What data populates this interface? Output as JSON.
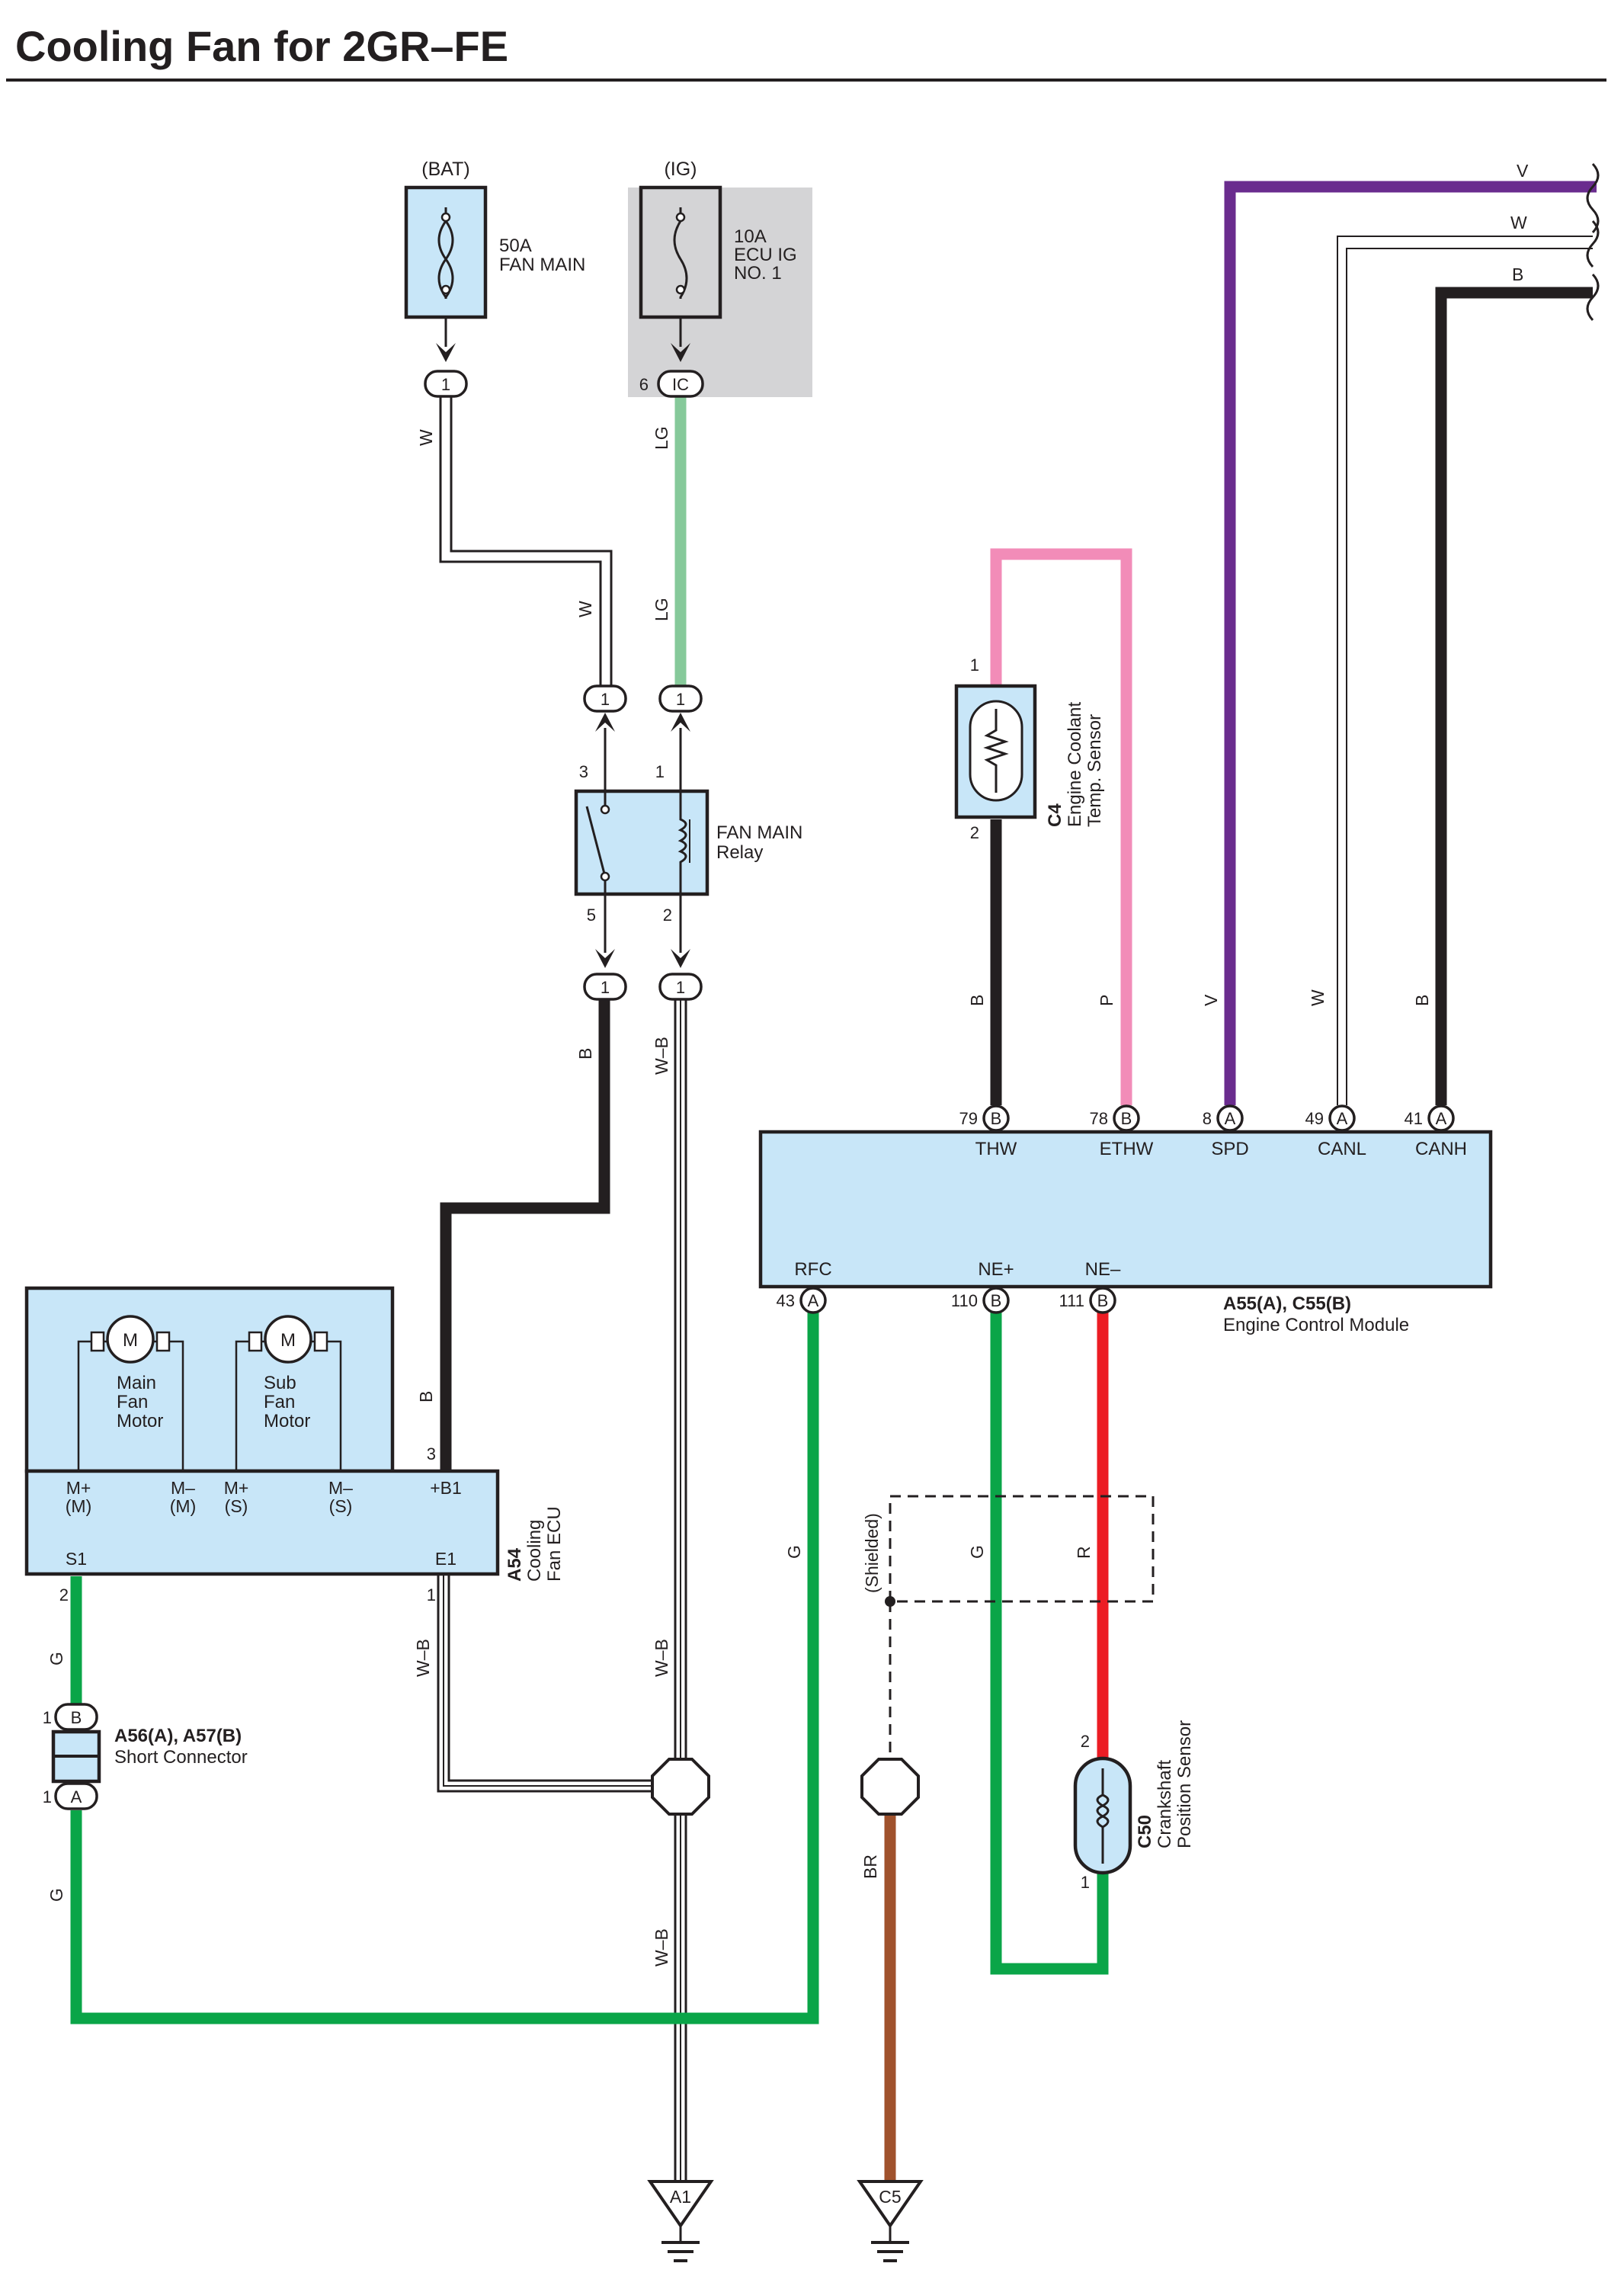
{
  "title": "Cooling Fan for 2GR–FE",
  "colors": {
    "W": "#ffffff",
    "LG": "#86c99a",
    "B": "#231f20",
    "V": "#6a2c8e",
    "P": "#f28cb8",
    "G": "#0aa548",
    "R": "#ec1c24",
    "BR": "#a0522d",
    "box_fill": "#c8e6f8",
    "ig_shade": "#d4d4d6"
  },
  "fuses": {
    "bat": {
      "supply": "(BAT)",
      "rating": "50A",
      "name": "FAN MAIN",
      "pin": "1"
    },
    "ig": {
      "supply": "(IG)",
      "rating": "10A",
      "name_line1": "ECU IG",
      "name_line2": "NO. 1",
      "pin_no": "6",
      "pin": "IC"
    }
  },
  "relay": {
    "name_line1": "FAN MAIN",
    "name_line2": "Relay",
    "pins": {
      "p3": "3",
      "p1": "1",
      "p5": "5",
      "p2": "2"
    },
    "conn_pin": "1"
  },
  "sensor_ect": {
    "code": "C4",
    "line1": "Engine Coolant",
    "line2": "Temp. Sensor",
    "pin_top": "1",
    "pin_bottom": "2"
  },
  "sensor_ckp": {
    "code": "C50",
    "line1": "Crankshaft",
    "line2": "Position Sensor",
    "pin_top": "2",
    "pin_bottom": "1"
  },
  "ecm": {
    "name_code": "A55(A), C55(B)",
    "name": "Engine Control Module",
    "top_pins": [
      {
        "no": "79",
        "conn": "B",
        "label": "THW"
      },
      {
        "no": "78",
        "conn": "B",
        "label": "ETHW"
      },
      {
        "no": "8",
        "conn": "A",
        "label": "SPD"
      },
      {
        "no": "49",
        "conn": "A",
        "label": "CANL"
      },
      {
        "no": "41",
        "conn": "A",
        "label": "CANH"
      }
    ],
    "bottom_pins": [
      {
        "no": "43",
        "conn": "A",
        "label": "RFC"
      },
      {
        "no": "110",
        "conn": "B",
        "label": "NE+"
      },
      {
        "no": "111",
        "conn": "B",
        "label": "NE–"
      }
    ]
  },
  "fan_ecu": {
    "code": "A54",
    "line1": "Cooling",
    "line2": "Fan ECU",
    "motor_symbol": "M",
    "main_motor": [
      "Main",
      "Fan",
      "Motor"
    ],
    "sub_motor": [
      "Sub",
      "Fan",
      "Motor"
    ],
    "terminals": [
      {
        "line1": "M+",
        "line2": "(M)"
      },
      {
        "line1": "M–",
        "line2": "(M)"
      },
      {
        "line1": "M+",
        "line2": "(S)"
      },
      {
        "line1": "M–",
        "line2": "(S)"
      },
      {
        "line1": "+B1",
        "line2": ""
      }
    ],
    "s1": "S1",
    "e1": "E1",
    "pin_b1": "3",
    "pin_s1": "2",
    "pin_e1": "1"
  },
  "short_connector": {
    "code": "A56(A), A57(B)",
    "name": "Short Connector",
    "pin_top_no": "1",
    "pin_top": "B",
    "pin_bottom_no": "1",
    "pin_bottom": "A"
  },
  "shielded_label": "(Shielded)",
  "grounds": {
    "g1": "A1",
    "g2": "C5"
  },
  "wire_labels": {
    "bat_w1": "W",
    "bat_w2": "W",
    "ig_lg1": "LG",
    "ig_lg2": "LG",
    "relay_b": "B",
    "relay_wb": "W–B",
    "ecu_b": "B",
    "ect_b": "B",
    "ect_p": "P",
    "spd_v": "V",
    "canl_w": "W",
    "canh_b": "B",
    "top_v": "V",
    "top_w": "W",
    "top_b": "B",
    "s1_g": "G",
    "sc_g": "G",
    "e1_wb": "W–B",
    "mid_wb": "W–B",
    "low_wb": "W–B",
    "rfc_g": "G",
    "ne_g": "G",
    "ne_r": "R",
    "br": "BR"
  }
}
